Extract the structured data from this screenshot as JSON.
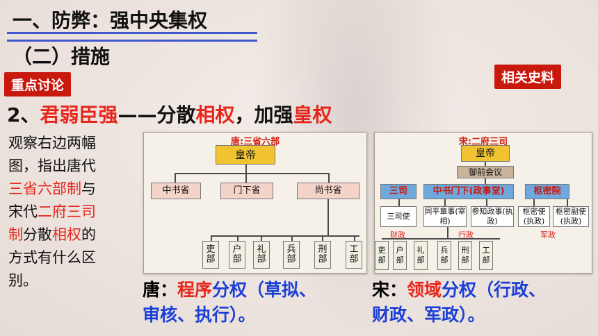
{
  "heading": "一、防弊：强中央集权",
  "subheading": "（二）措施",
  "tags": {
    "discussion": "重点讨论",
    "materials": "相关史料"
  },
  "point": {
    "number": "2、",
    "red_title": "君弱臣强",
    "dash_text": "——分散",
    "red_word1": "相权",
    "comma_text": "，加强",
    "red_word2": "皇权"
  },
  "side_text": {
    "line1": "观察右边两幅",
    "line2": "图，指出唐代",
    "line3_red": "三省六部制",
    "line3_tail": "与",
    "line4_head": "宋代",
    "line4_red": "二府三司",
    "line5_red": "制",
    "line5_mid": "分散",
    "line5_red2": "相权",
    "line5_tail": "的",
    "line6": "方式有什么区",
    "line7": "别。"
  },
  "tang_chart": {
    "title": "唐:三省六部",
    "emperor": "皇帝",
    "provinces": [
      "中书省",
      "门下省",
      "尚书省"
    ],
    "ministries": [
      "吏部",
      "户部",
      "礼部",
      "兵部",
      "刑部",
      "工部"
    ]
  },
  "song_chart": {
    "title": "宋:二府三司",
    "emperor": "皇帝",
    "council": "御前会议",
    "branches": [
      "三司",
      "中书门下(政事堂)",
      "枢密院"
    ],
    "officials": [
      "三司使",
      "同平章事(宰相)",
      "参知政事(执政)",
      "枢密使(执政)",
      "枢密副使(执政)"
    ],
    "labels": [
      "财政",
      "行政",
      "军政"
    ],
    "ministries": [
      "吏部",
      "户部",
      "礼部",
      "兵部",
      "刑部",
      "工部"
    ]
  },
  "bottom": {
    "tang_head": "唐：",
    "tang_red": "程序",
    "tang_blue": "分权",
    "tang_tail": "（草拟、",
    "tang_line2": "审核、执行）。",
    "song_head": "宋：",
    "song_red": "领域",
    "song_blue": "分权",
    "song_tail": "（行政、",
    "song_line2": "财政、军政）。"
  },
  "colors": {
    "accent_red": "#e8251b",
    "accent_blue": "#1b3fd6",
    "tag_bg": "#c9180c",
    "emperor_fill": "#f2c330",
    "province_fill": "#f4d3c8",
    "song_branch_fill": "#6fa8dc"
  }
}
